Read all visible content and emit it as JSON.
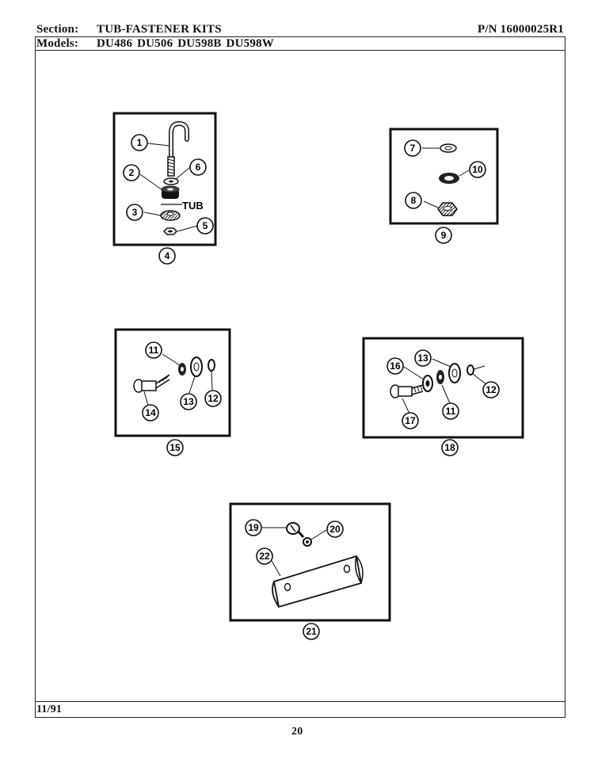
{
  "header": {
    "section_label": "Section:",
    "section_title": "TUB-FASTENER KITS",
    "part_number": "P/N 16000025R1",
    "models_label": "Models:",
    "models": "DU486  DU506  DU598B  DU598W"
  },
  "footer": {
    "date": "11/91",
    "page_number": "20"
  },
  "kits": [
    {
      "kit_number": "4",
      "tub_label": "TUB",
      "callouts": [
        "1",
        "6",
        "2",
        "3",
        "5"
      ]
    },
    {
      "kit_number": "9",
      "callouts": [
        "7",
        "10",
        "8"
      ]
    },
    {
      "kit_number": "15",
      "callouts": [
        "11",
        "14",
        "13",
        "12"
      ]
    },
    {
      "kit_number": "18",
      "callouts": [
        "13",
        "16",
        "12",
        "17",
        "11"
      ]
    },
    {
      "kit_number": "21",
      "callouts": [
        "19",
        "20",
        "22"
      ]
    }
  ]
}
